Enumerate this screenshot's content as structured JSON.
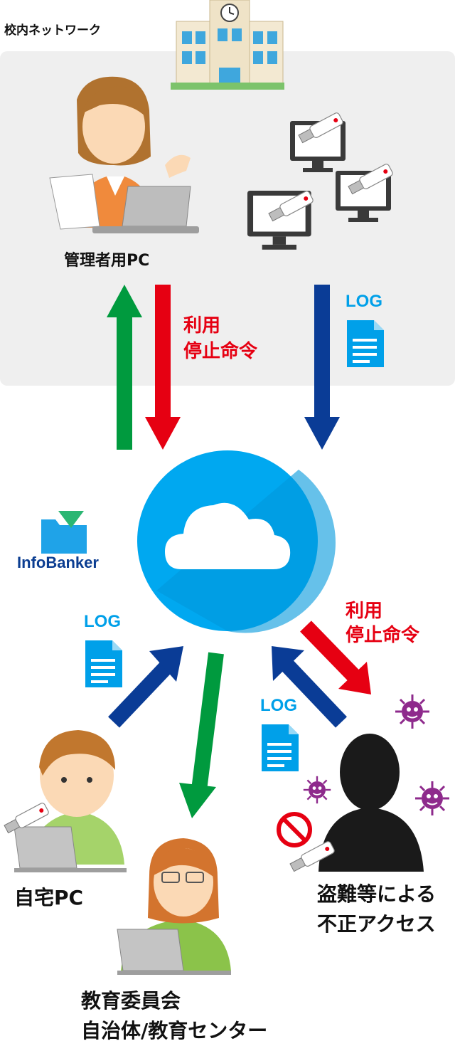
{
  "network": {
    "label": "校内ネットワーク"
  },
  "admin": {
    "label": "管理者用PC"
  },
  "stop_command": {
    "line1": "利用",
    "line2": "停止命令"
  },
  "log": {
    "label": "LOG"
  },
  "brand": {
    "name": "InfoBanker"
  },
  "home": {
    "label": "自宅PC"
  },
  "theft": {
    "line1": "盗難等による",
    "line2": "不正アクセス"
  },
  "education": {
    "line1": "教育委員会",
    "line2": "自治体/教育センター"
  },
  "colors": {
    "green": "#009a3e",
    "red": "#e60012",
    "blue": "#0a3c96",
    "cloud": "#00a8f0",
    "log": "#00a0e9",
    "virus": "#8e2a8c"
  }
}
